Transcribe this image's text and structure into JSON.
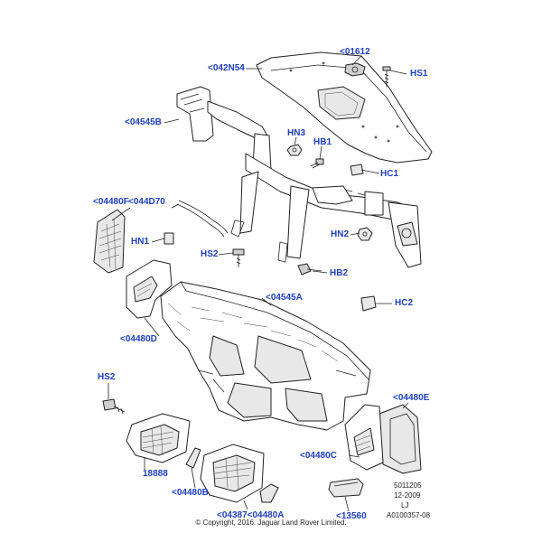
{
  "colors": {
    "callout": "#1f3fbf",
    "line": "#222222",
    "background": "#ffffff"
  },
  "callouts": {
    "c01612": "<01612",
    "hs1": "HS1",
    "c042n54": "<042N54",
    "c04545b": "<04545B",
    "hn3": "HN3",
    "hb1": "HB1",
    "hc1": "HC1",
    "c04480f": "<04480F",
    "c044d70": "<044D70",
    "hn1": "HN1",
    "hs2_top": "HS2",
    "hn2": "HN2",
    "hb2": "HB2",
    "c04545a": "<04545A",
    "hc2": "HC2",
    "c04480d": "<04480D",
    "hs2_bottom": "HS2",
    "c04480e": "<04480E",
    "c18888": "18888",
    "c04480c": "<04480C",
    "c04480b": "<04480B",
    "c04387_04480a": "<04387<04480A",
    "c13560": "<13560"
  },
  "meta": {
    "line1": "5011205",
    "line2": "12-2009",
    "line3": "LJ",
    "line4": "A0100357-08"
  },
  "copyright": "© Copyright, 2016. Jaguar Land Rover Limited."
}
